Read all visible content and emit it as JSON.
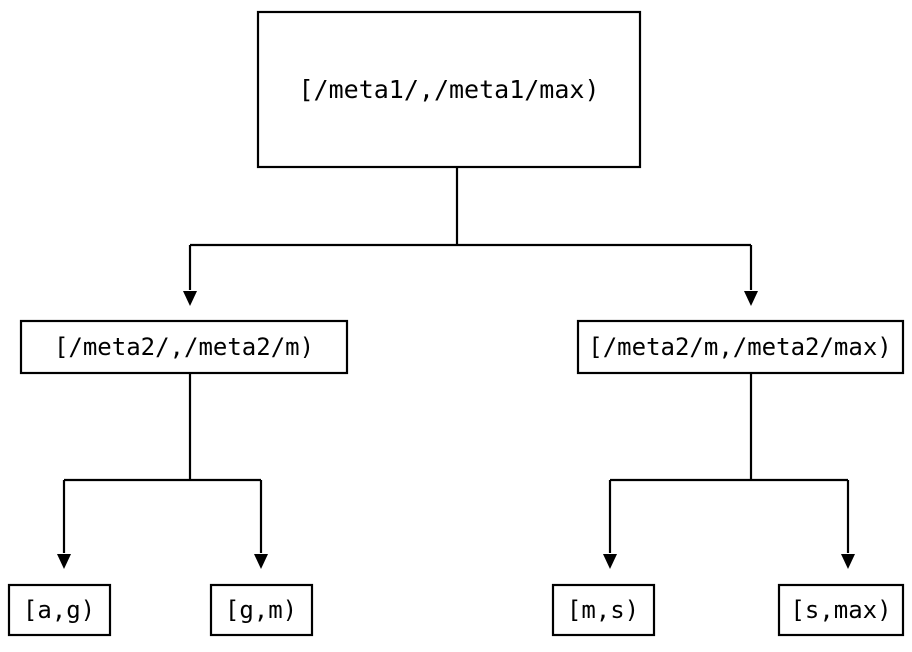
{
  "diagram": {
    "type": "tree",
    "title": "",
    "background_color": "#ffffff",
    "line_color": "#000000",
    "text_color": "#000000",
    "levels": 3,
    "nodes": {
      "root": {
        "label": "[/meta1/,/meta1/max)",
        "level": 0
      },
      "mid_left": {
        "label": "[/meta2/,/meta2/m)",
        "level": 1
      },
      "mid_right": {
        "label": "[/meta2/m,/meta2/max)",
        "level": 1
      },
      "leaf_1": {
        "label": "[a,g)",
        "level": 2
      },
      "leaf_2": {
        "label": "[g,m)",
        "level": 2
      },
      "leaf_3": {
        "label": "[m,s)",
        "level": 2
      },
      "leaf_4": {
        "label": "[s,max)",
        "level": 2
      }
    },
    "edges": [
      {
        "from": "root",
        "to": "mid_left",
        "arrow": true
      },
      {
        "from": "root",
        "to": "mid_right",
        "arrow": true
      },
      {
        "from": "mid_left",
        "to": "leaf_1",
        "arrow": true
      },
      {
        "from": "mid_left",
        "to": "leaf_2",
        "arrow": true
      },
      {
        "from": "mid_right",
        "to": "leaf_3",
        "arrow": true
      },
      {
        "from": "mid_right",
        "to": "leaf_4",
        "arrow": true
      }
    ]
  }
}
